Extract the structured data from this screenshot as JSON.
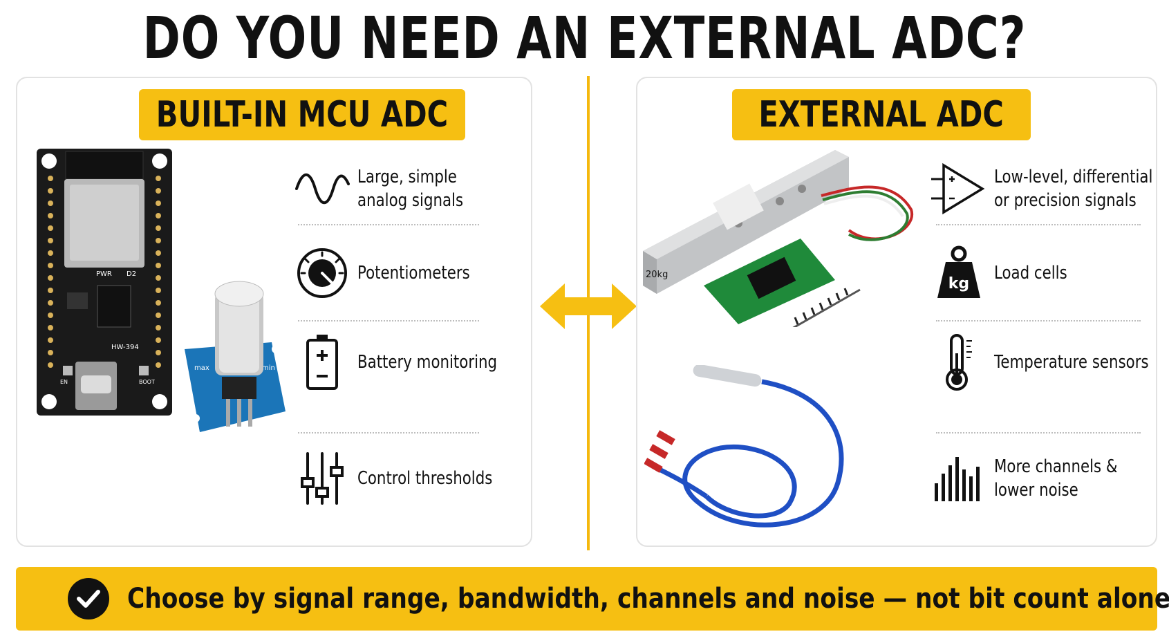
{
  "title": "DO YOU NEED AN EXTERNAL ADC?",
  "left": {
    "heading": "BUILT-IN MCU ADC",
    "features": [
      {
        "icon": "sine-wave-icon",
        "lines": [
          "Large, simple",
          "analog signals"
        ]
      },
      {
        "icon": "knob-icon",
        "lines": [
          "Potentiometers"
        ]
      },
      {
        "icon": "battery-icon",
        "lines": [
          "Battery monitoring"
        ]
      },
      {
        "icon": "sliders-icon",
        "lines": [
          "Control thresholds"
        ]
      }
    ]
  },
  "right": {
    "heading": "EXTERNAL ADC",
    "features": [
      {
        "icon": "op-amp-icon",
        "lines": [
          "Low-level, differential",
          "or precision signals"
        ]
      },
      {
        "icon": "weight-icon",
        "lines": [
          "Load cells"
        ],
        "badge": "kg"
      },
      {
        "icon": "thermometer-icon",
        "lines": [
          "Temperature sensors"
        ]
      },
      {
        "icon": "bars-icon",
        "lines": [
          "More channels &",
          "lower noise"
        ]
      }
    ]
  },
  "illustration_labels": {
    "pwr": "PWR",
    "d2": "D2",
    "module": "HW-394",
    "boot": "BOOT",
    "en": "EN",
    "load_cell": "20kg",
    "knob_max": "max",
    "knob_min": "min"
  },
  "footer": "Choose by signal range, bandwidth, channels and noise — not bit count alone.",
  "colors": {
    "accent": "#f6bf12",
    "divider": "#f5b80e",
    "board": "#1a1a1a",
    "pcb_green": "#1f8a3a",
    "pcb_blue": "#1b75b8",
    "cable_blue": "#1f4fc4"
  }
}
